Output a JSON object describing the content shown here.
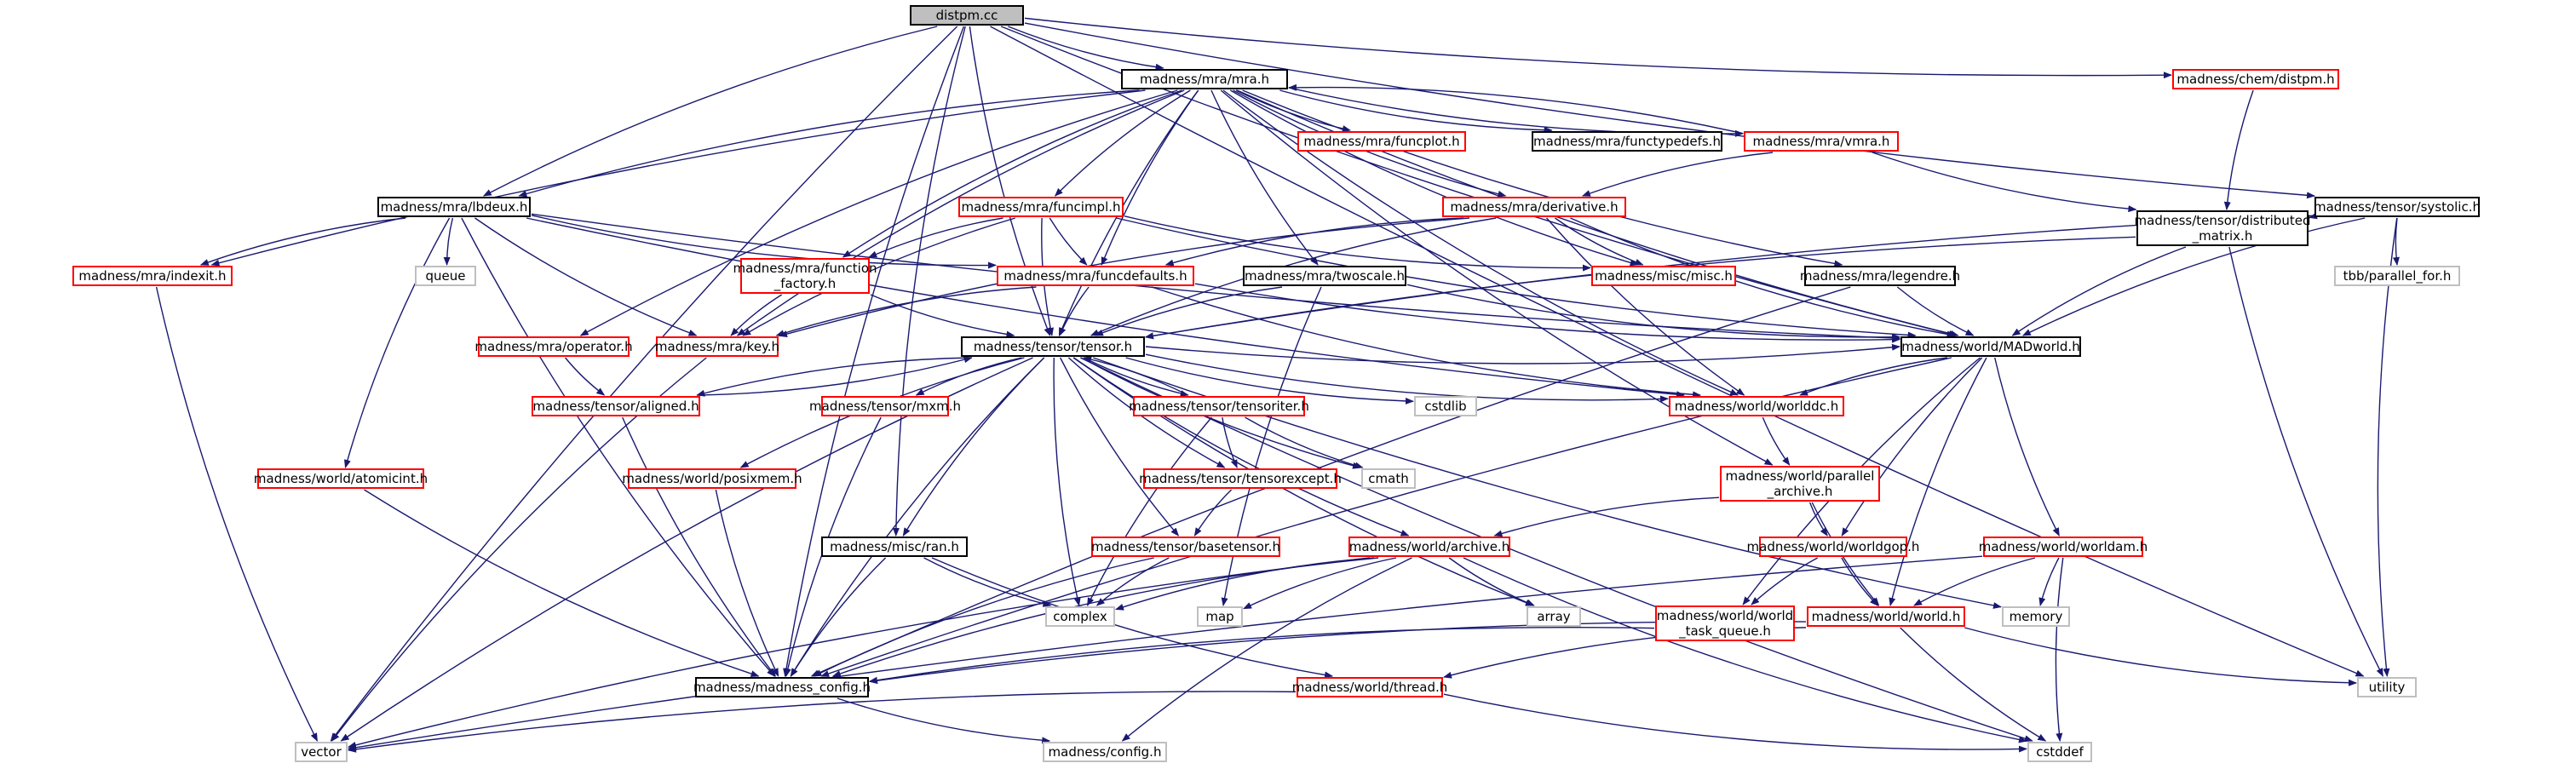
{
  "colors": {
    "edge": "#191970",
    "black_border": "#000000",
    "red_border": "#ff0000",
    "grey_border": "#bfbfbf",
    "root_fill": "#bfbfbf",
    "text": "#000000"
  },
  "graph": {
    "nodes": [
      {
        "id": "root",
        "label": "distpm.cc",
        "style": "root"
      },
      {
        "id": "mra",
        "label": "madness/mra/mra.h",
        "style": "black"
      },
      {
        "id": "chemdistpm",
        "label": "madness/chem/distpm.h",
        "style": "red"
      },
      {
        "id": "systolic",
        "label": "madness/tensor/systolic.h",
        "style": "black"
      },
      {
        "id": "funcplot",
        "label": "madness/mra/funcplot.h",
        "style": "red"
      },
      {
        "id": "functypedefs",
        "label": "madness/mra/functypedefs.h",
        "style": "black"
      },
      {
        "id": "vmra",
        "label": "madness/mra/vmra.h",
        "style": "red"
      },
      {
        "id": "lbdeux",
        "label": "madness/mra/lbdeux.h",
        "style": "black"
      },
      {
        "id": "funcimpl",
        "label": "madness/mra/funcimpl.h",
        "style": "red"
      },
      {
        "id": "derivative",
        "label": "madness/mra/derivative.h",
        "style": "red"
      },
      {
        "id": "distmatrix",
        "label": "madness/tensor/distributed\n_matrix.h",
        "style": "black"
      },
      {
        "id": "tbbparfor",
        "label": "tbb/parallel_for.h",
        "style": "grey"
      },
      {
        "id": "indexit",
        "label": "madness/mra/indexit.h",
        "style": "red"
      },
      {
        "id": "queue",
        "label": "queue",
        "style": "grey"
      },
      {
        "id": "funcfactory",
        "label": "madness/mra/function\n_factory.h",
        "style": "red"
      },
      {
        "id": "funcdefaults",
        "label": "madness/mra/funcdefaults.h",
        "style": "red"
      },
      {
        "id": "twoscale",
        "label": "madness/mra/twoscale.h",
        "style": "black"
      },
      {
        "id": "miscmisc",
        "label": "madness/misc/misc.h",
        "style": "red"
      },
      {
        "id": "legendre",
        "label": "madness/mra/legendre.h",
        "style": "black"
      },
      {
        "id": "operator",
        "label": "madness/mra/operator.h",
        "style": "red"
      },
      {
        "id": "key",
        "label": "madness/mra/key.h",
        "style": "red"
      },
      {
        "id": "tensor",
        "label": "madness/tensor/tensor.h",
        "style": "black"
      },
      {
        "id": "madworld",
        "label": "madness/world/MADworld.h",
        "style": "black"
      },
      {
        "id": "aligned",
        "label": "madness/tensor/aligned.h",
        "style": "red"
      },
      {
        "id": "mxm",
        "label": "madness/tensor/mxm.h",
        "style": "red"
      },
      {
        "id": "tensoriter",
        "label": "madness/tensor/tensoriter.h",
        "style": "red"
      },
      {
        "id": "cstdlib",
        "label": "cstdlib",
        "style": "grey"
      },
      {
        "id": "worlddc",
        "label": "madness/world/worlddc.h",
        "style": "red"
      },
      {
        "id": "cmath",
        "label": "cmath",
        "style": "grey"
      },
      {
        "id": "atomicint",
        "label": "madness/world/atomicint.h",
        "style": "red"
      },
      {
        "id": "posixmem",
        "label": "madness/world/posixmem.h",
        "style": "red"
      },
      {
        "id": "tensorexcept",
        "label": "madness/tensor/tensorexcept.h",
        "style": "red"
      },
      {
        "id": "parallelarchive",
        "label": "madness/world/parallel\n_archive.h",
        "style": "red"
      },
      {
        "id": "ran",
        "label": "madness/misc/ran.h",
        "style": "black"
      },
      {
        "id": "basetensor",
        "label": "madness/tensor/basetensor.h",
        "style": "red"
      },
      {
        "id": "archive",
        "label": "madness/world/archive.h",
        "style": "red"
      },
      {
        "id": "worldgop",
        "label": "madness/world/worldgop.h",
        "style": "red"
      },
      {
        "id": "worldam",
        "label": "madness/world/worldam.h",
        "style": "red"
      },
      {
        "id": "complex",
        "label": "complex",
        "style": "grey"
      },
      {
        "id": "map",
        "label": "map",
        "style": "grey"
      },
      {
        "id": "array",
        "label": "array",
        "style": "grey"
      },
      {
        "id": "worldtaskqueue",
        "label": "madness/world/world\n_task_queue.h",
        "style": "red"
      },
      {
        "id": "worldh",
        "label": "madness/world/world.h",
        "style": "red"
      },
      {
        "id": "memory",
        "label": "memory",
        "style": "grey"
      },
      {
        "id": "madconfig",
        "label": "madness/madness_config.h",
        "style": "black"
      },
      {
        "id": "thread",
        "label": "madness/world/thread.h",
        "style": "red"
      },
      {
        "id": "utility",
        "label": "utility",
        "style": "grey"
      },
      {
        "id": "vector",
        "label": "vector",
        "style": "grey"
      },
      {
        "id": "config",
        "label": "madness/config.h",
        "style": "grey"
      },
      {
        "id": "cstddef",
        "label": "cstddef",
        "style": "grey"
      }
    ],
    "edges": [
      [
        "root",
        "mra"
      ],
      [
        "root",
        "chemdistpm"
      ],
      [
        "root",
        "systolic"
      ],
      [
        "root",
        "lbdeux"
      ],
      [
        "root",
        "madworld"
      ],
      [
        "root",
        "utility"
      ],
      [
        "root",
        "vector"
      ],
      [
        "root",
        "madconfig"
      ],
      [
        "root",
        "ran"
      ],
      [
        "root",
        "tensor"
      ],
      [
        "mra",
        "funcplot"
      ],
      [
        "mra",
        "functypedefs"
      ],
      [
        "mra",
        "vmra"
      ],
      [
        "mra",
        "lbdeux"
      ],
      [
        "mra",
        "funcimpl"
      ],
      [
        "mra",
        "derivative"
      ],
      [
        "mra",
        "indexit"
      ],
      [
        "mra",
        "funcfactory"
      ],
      [
        "mra",
        "funcdefaults"
      ],
      [
        "mra",
        "twoscale"
      ],
      [
        "mra",
        "miscmisc"
      ],
      [
        "mra",
        "legendre"
      ],
      [
        "mra",
        "operator"
      ],
      [
        "mra",
        "key"
      ],
      [
        "mra",
        "tensor"
      ],
      [
        "mra",
        "madworld"
      ],
      [
        "mra",
        "worlddc"
      ],
      [
        "mra",
        "parallelarchive"
      ],
      [
        "vmra",
        "mra"
      ],
      [
        "vmra",
        "derivative"
      ],
      [
        "vmra",
        "distmatrix"
      ],
      [
        "chemdistpm",
        "distmatrix"
      ],
      [
        "systolic",
        "distmatrix"
      ],
      [
        "systolic",
        "tbbparfor"
      ],
      [
        "systolic",
        "madworld"
      ],
      [
        "systolic",
        "utility"
      ],
      [
        "systolic",
        "tensor"
      ],
      [
        "lbdeux",
        "indexit"
      ],
      [
        "lbdeux",
        "queue"
      ],
      [
        "lbdeux",
        "funcdefaults"
      ],
      [
        "lbdeux",
        "key"
      ],
      [
        "lbdeux",
        "atomicint"
      ],
      [
        "lbdeux",
        "madconfig"
      ],
      [
        "lbdeux",
        "worlddc"
      ],
      [
        "lbdeux",
        "madworld"
      ],
      [
        "funcimpl",
        "funcfactory"
      ],
      [
        "funcimpl",
        "funcdefaults"
      ],
      [
        "funcimpl",
        "key"
      ],
      [
        "funcimpl",
        "tensor"
      ],
      [
        "funcimpl",
        "miscmisc"
      ],
      [
        "funcimpl",
        "madworld"
      ],
      [
        "derivative",
        "funcdefaults"
      ],
      [
        "derivative",
        "miscmisc"
      ],
      [
        "derivative",
        "key"
      ],
      [
        "derivative",
        "tensor"
      ],
      [
        "derivative",
        "madworld"
      ],
      [
        "derivative",
        "worlddc"
      ],
      [
        "distmatrix",
        "tensor"
      ],
      [
        "distmatrix",
        "madworld"
      ],
      [
        "distmatrix",
        "utility"
      ],
      [
        "indexit",
        "vector"
      ],
      [
        "funcfactory",
        "key"
      ],
      [
        "funcfactory",
        "tensor"
      ],
      [
        "funcdefaults",
        "tensor"
      ],
      [
        "funcdefaults",
        "key"
      ],
      [
        "funcdefaults",
        "madworld"
      ],
      [
        "funcdefaults",
        "worlddc"
      ],
      [
        "twoscale",
        "tensor"
      ],
      [
        "twoscale",
        "madworld"
      ],
      [
        "twoscale",
        "map"
      ],
      [
        "legendre",
        "madworld"
      ],
      [
        "legendre",
        "madconfig"
      ],
      [
        "operator",
        "aligned"
      ],
      [
        "key",
        "vector"
      ],
      [
        "tensor",
        "aligned"
      ],
      [
        "tensor",
        "mxm"
      ],
      [
        "tensor",
        "tensoriter"
      ],
      [
        "tensor",
        "cstdlib"
      ],
      [
        "tensor",
        "cmath"
      ],
      [
        "tensor",
        "worlddc"
      ],
      [
        "tensor",
        "posixmem"
      ],
      [
        "tensor",
        "tensorexcept"
      ],
      [
        "tensor",
        "basetensor"
      ],
      [
        "tensor",
        "ran"
      ],
      [
        "tensor",
        "complex"
      ],
      [
        "tensor",
        "madconfig"
      ],
      [
        "tensor",
        "archive"
      ],
      [
        "tensor",
        "array"
      ],
      [
        "tensor",
        "memory"
      ],
      [
        "tensor",
        "cstddef"
      ],
      [
        "tensor",
        "vector"
      ],
      [
        "tensor",
        "madworld"
      ],
      [
        "aligned",
        "madconfig"
      ],
      [
        "aligned",
        "tensor"
      ],
      [
        "mxm",
        "madconfig"
      ],
      [
        "tensoriter",
        "tensor"
      ],
      [
        "tensoriter",
        "tensorexcept"
      ],
      [
        "tensoriter",
        "cmath"
      ],
      [
        "tensoriter",
        "complex"
      ],
      [
        "tensorexcept",
        "basetensor"
      ],
      [
        "basetensor",
        "complex"
      ],
      [
        "basetensor",
        "madconfig"
      ],
      [
        "madworld",
        "worlddc"
      ],
      [
        "madworld",
        "worldgop"
      ],
      [
        "madworld",
        "worldam"
      ],
      [
        "madworld",
        "worldh"
      ],
      [
        "madworld",
        "madconfig"
      ],
      [
        "madworld",
        "worldtaskqueue"
      ],
      [
        "worlddc",
        "parallelarchive"
      ],
      [
        "parallelarchive",
        "archive"
      ],
      [
        "parallelarchive",
        "worldgop"
      ],
      [
        "parallelarchive",
        "worldh"
      ],
      [
        "atomicint",
        "madconfig"
      ],
      [
        "posixmem",
        "madconfig"
      ],
      [
        "ran",
        "complex"
      ],
      [
        "ran",
        "madconfig"
      ],
      [
        "ran",
        "thread"
      ],
      [
        "archive",
        "complex"
      ],
      [
        "archive",
        "map"
      ],
      [
        "archive",
        "array"
      ],
      [
        "archive",
        "madconfig"
      ],
      [
        "archive",
        "vector"
      ],
      [
        "archive",
        "config"
      ],
      [
        "archive",
        "cstddef"
      ],
      [
        "worldgop",
        "worldh"
      ],
      [
        "worldgop",
        "worldtaskqueue"
      ],
      [
        "worldam",
        "worldh"
      ],
      [
        "worldam",
        "memory"
      ],
      [
        "worldam",
        "cstddef"
      ],
      [
        "worldam",
        "vector"
      ],
      [
        "worldtaskqueue",
        "madconfig"
      ],
      [
        "worldh",
        "thread"
      ],
      [
        "worldh",
        "madconfig"
      ],
      [
        "worldh",
        "utility"
      ],
      [
        "worldh",
        "cstddef"
      ],
      [
        "madconfig",
        "config"
      ],
      [
        "thread",
        "vector"
      ],
      [
        "thread",
        "cstddef"
      ]
    ]
  }
}
